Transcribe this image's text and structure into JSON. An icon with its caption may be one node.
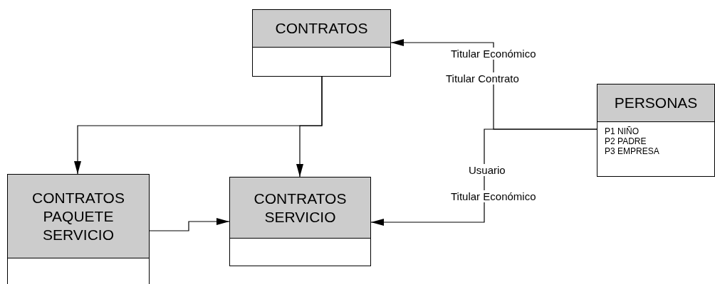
{
  "diagram": {
    "nodes": [
      {
        "text": [
          "CONTRATOS"
        ]
      },
      {
        "text": [
          "PERSONAS",
          "P1 NIÑO",
          "P2 PADRE",
          "P3 EMPRESA"
        ]
      },
      {
        "text": [
          "CONTRATOS PAQUETE SERVICIO"
        ]
      },
      {
        "text": [
          "CONTRATOS SERVICIO"
        ]
      }
    ],
    "edges": [
      {
        "from": 0,
        "to": 2,
        "arrow": "to"
      },
      {
        "from": 0,
        "to": 3,
        "arrow": "to"
      },
      {
        "from": 2,
        "to": 3,
        "arrow": "to"
      },
      {
        "from": 1,
        "to": 0,
        "arrow": "to",
        "label": "Titular Económico"
      },
      {
        "from": 1,
        "to": 3,
        "arrow": "to",
        "label": "Usuario"
      }
    ],
    "labels": [
      "Titular Contrato",
      "Titular Económico"
    ]
  }
}
